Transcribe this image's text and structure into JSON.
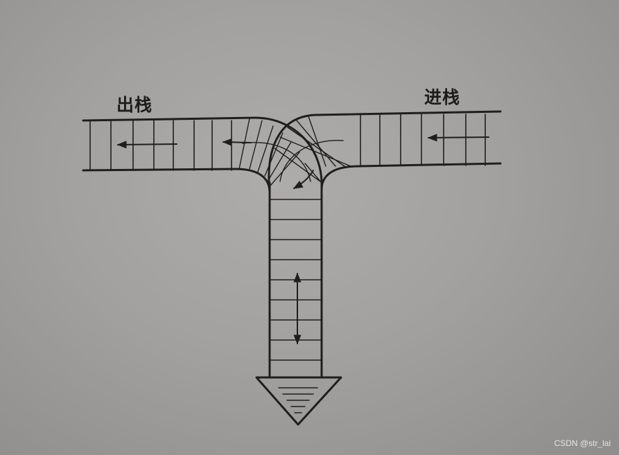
{
  "labels": {
    "out": "出栈",
    "in": "进栈"
  },
  "watermark": "CSDN @str_lai",
  "colors": {
    "paper": "#a3a19f",
    "ink": "#1e1e1e",
    "watermark": "#eeeeee"
  }
}
